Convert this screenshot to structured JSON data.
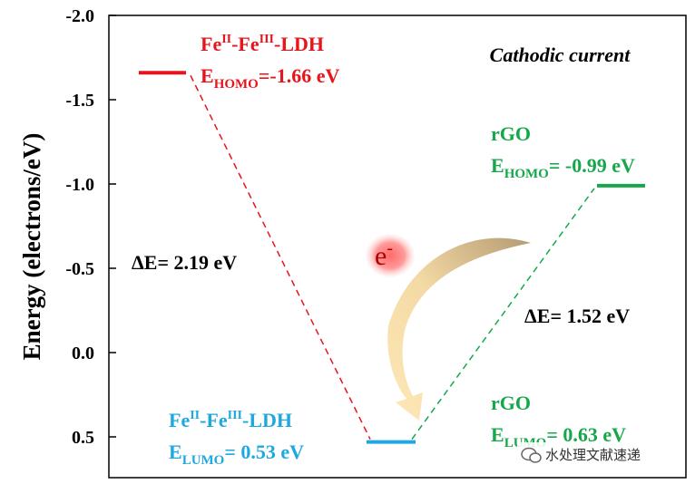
{
  "chart_data": {
    "type": "line",
    "ylabel": "Energy (electrons/eV)",
    "ylim": [
      -2.0,
      0.75
    ],
    "y_ticks": [
      "-2.0",
      "-1.5",
      "-1.0",
      "-0.5",
      "0.0",
      "0.5"
    ],
    "y_tick_values": [
      -2.0,
      -1.5,
      -1.0,
      -0.5,
      0.0,
      0.5
    ],
    "y_inverted": true,
    "grid": false,
    "annotation_title": "Cathodic current",
    "levels": [
      {
        "id": "ldh-homo",
        "category_index": 0,
        "value": -1.66,
        "color": "#e8141c"
      },
      {
        "id": "ldh-lumo",
        "category_index": 1,
        "value": 0.53,
        "color": "#1ea8e0"
      },
      {
        "id": "rgo-homo",
        "category_index": 2,
        "value": -0.99,
        "color": "#14a84a"
      }
    ],
    "transitions": [
      {
        "from": "ldh-homo",
        "to": "ldh-lumo",
        "color": "#e8141c",
        "label": "ΔE= 2.19 eV"
      },
      {
        "from": "ldh-lumo",
        "to": "rgo-homo",
        "color": "#14a84a",
        "label": "ΔE= 1.52 eV"
      }
    ],
    "labels": {
      "ldh_homo": {
        "line1_base": "Fe",
        "line1_sup1": "II",
        "line1_mid": "-Fe",
        "line1_sup2": "III",
        "line1_tail": "-LDH",
        "e_base": "E",
        "e_sub": "HOMO",
        "e_value": "=-1.66 eV",
        "color": "#e8141c"
      },
      "ldh_lumo": {
        "line1_base": "Fe",
        "line1_sup1": "II",
        "line1_mid": "-Fe",
        "line1_sup2": "III",
        "line1_tail": "-LDH",
        "e_base": "E",
        "e_sub": "LUMO",
        "e_value": "= 0.53 eV",
        "color": "#1ea8e0"
      },
      "rgo_homo": {
        "name": "rGO",
        "e_base": "E",
        "e_sub": "HOMO",
        "e_value": "= -0.99 eV",
        "color": "#14a84a"
      },
      "rgo_lumo": {
        "name": "rGO",
        "e_base": "E",
        "e_sub": "LUMO",
        "e_value": "= 0.63 eV",
        "color": "#14a84a"
      }
    },
    "electron": {
      "base": "e",
      "sup": "-"
    }
  },
  "watermark": {
    "text": "水处理文献速递"
  }
}
